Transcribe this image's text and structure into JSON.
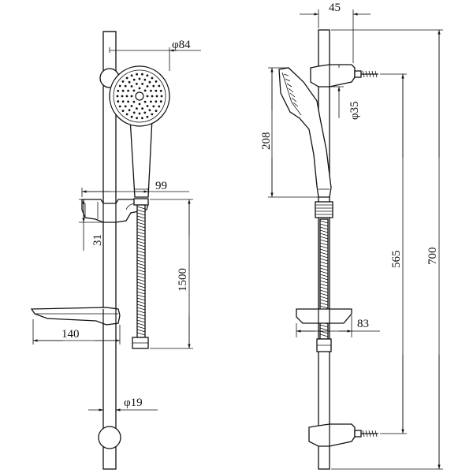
{
  "front_view": {
    "dim_head_diameter": "φ84",
    "dim_holder_offset": "99",
    "dim_holder_height": "31",
    "dim_hose_length": "1500",
    "dim_soapdish_width": "140",
    "dim_rail_diameter": "φ19"
  },
  "side_view": {
    "dim_bracket_depth": "45",
    "dim_rail_diameter": "φ35",
    "dim_head_length": "208",
    "dim_soapdish_depth": "83",
    "dim_bracket_spacing": "565",
    "dim_total_height": "700"
  },
  "colors": {
    "line": "#111111",
    "background": "#ffffff"
  }
}
